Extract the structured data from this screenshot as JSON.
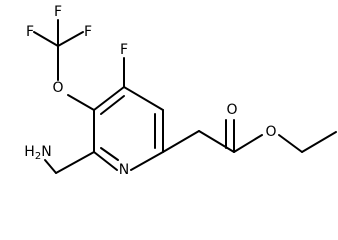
{
  "molecule": {
    "atoms": {
      "F_top1": "F",
      "F_top2": "F",
      "F_top3": "F",
      "O_ether": "O",
      "F_ring": "F",
      "N_ring": "N",
      "amine_H": "H",
      "amine_sub": "2",
      "amine_N": "N",
      "O_carbonyl": "O",
      "O_ester": "O"
    }
  }
}
